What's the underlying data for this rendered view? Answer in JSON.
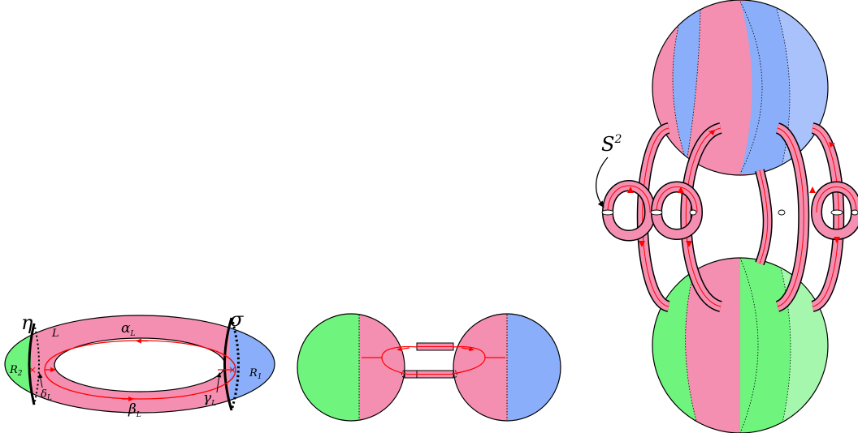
{
  "colors": {
    "pink": "#f48fb1",
    "green": "#6ff57d",
    "blue": "#8aaefa",
    "red": "#ff0000",
    "outline": "#000000"
  },
  "torus_panel": {
    "eta": "η",
    "sigma": "σ",
    "L": "L",
    "alpha": "α",
    "alpha_sub": "L",
    "beta": "β",
    "beta_sub": "L",
    "gamma": "γ",
    "gamma_sub": "L",
    "delta": "δ",
    "delta_sub": "L",
    "R2": "R",
    "R2_sub": "2",
    "R1": "R",
    "R1_sub": "1"
  },
  "sphere_panel": {
    "S": "S",
    "S_sup": "2"
  }
}
